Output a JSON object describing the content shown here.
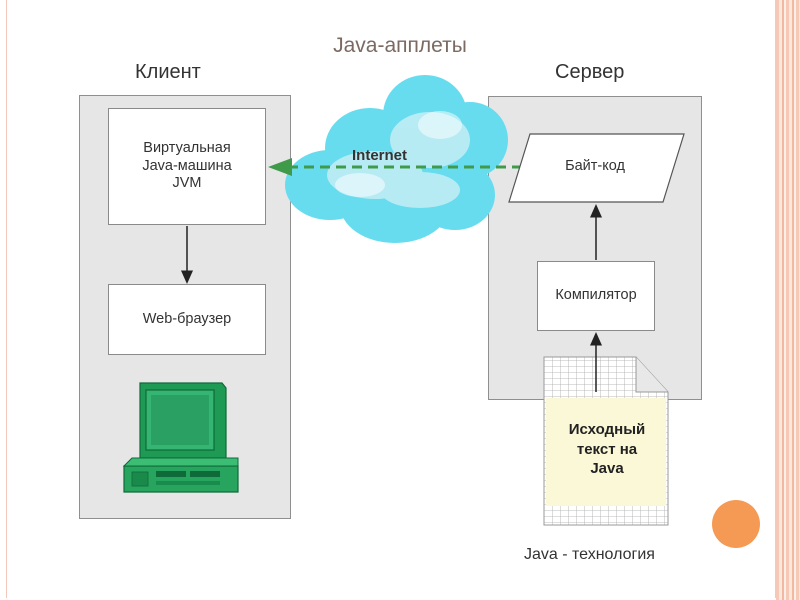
{
  "title": "Java-апплеты",
  "client": {
    "heading": "Клиент",
    "jvm": "Виртуальная\nJava-машина\nJVM",
    "browser": "Web-браузер"
  },
  "server": {
    "heading": "Сервер",
    "bytecode": "Байт-код",
    "compiler": "Компилятор"
  },
  "network": {
    "label": "Internet"
  },
  "source": {
    "text": "Исходный\nтекст на\nJava"
  },
  "caption": "Java - технология",
  "colors": {
    "panel": "#e6e6e6",
    "cloud": "#67dcef",
    "arrow_dashed": "#3f9a4a",
    "computer": "#1f9a55",
    "source_fill": "#fbf8d8",
    "accent_dot": "#f59a55"
  },
  "icons": [
    "cloud-icon",
    "computer-icon",
    "document-icon"
  ]
}
